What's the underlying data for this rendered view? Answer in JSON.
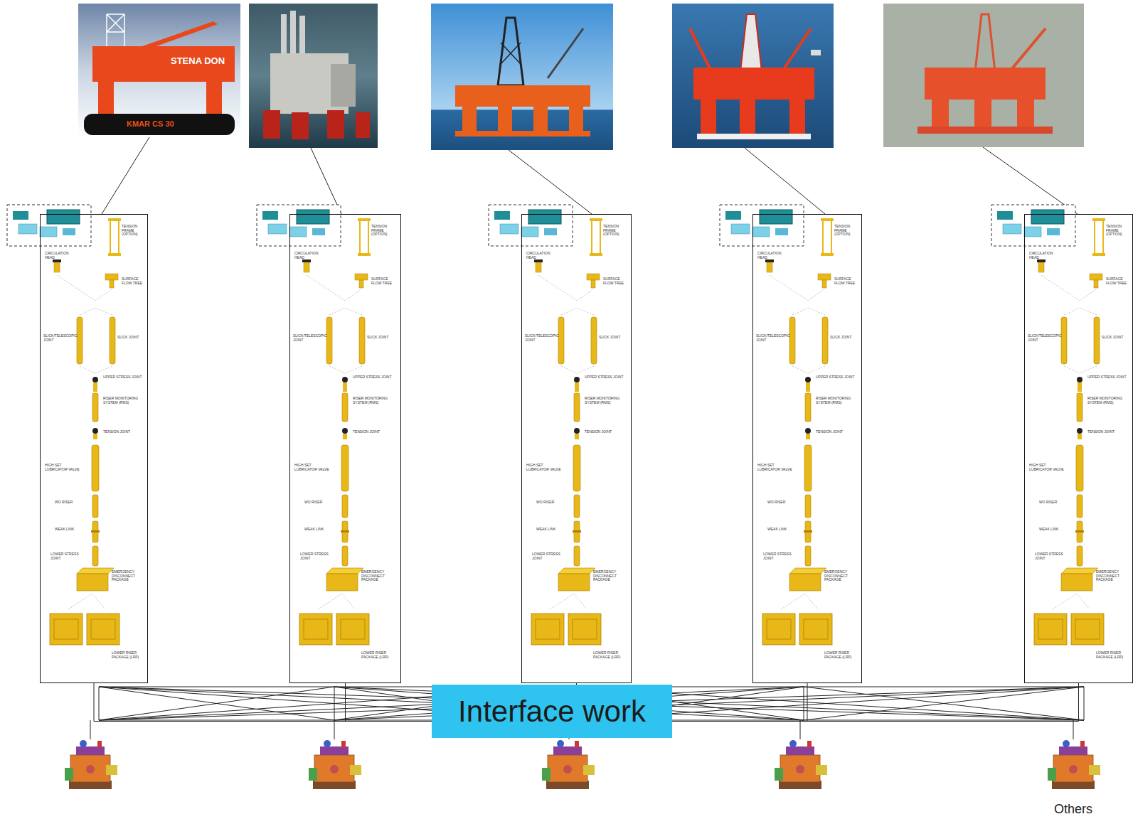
{
  "diagram": {
    "nodes": [
      {
        "text": [
          "TENSION FRAME (OPTION)",
          "CIRCULATION HEAD",
          "SURFACE FLOW TREE",
          "SLICK/TELESCOPIC JOINT",
          "SLICK JOINT",
          "UPPER STRESS JOINT",
          "RISER MONITORING SYSTEM (RMS)",
          "TENSION JOINT",
          "HIGH SET LUBRICATOR VALVE",
          "WO RISER",
          "WEAK LINK",
          "LOWER STRESS JOINT",
          "EMERGENCY DISCONNECT PACKAGE",
          "LOWER RISER PACKAGE (LRP)"
        ]
      },
      {
        "text": [
          "TENSION FRAME (OPTION)",
          "CIRCULATION HEAD",
          "SURFACE FLOW TREE",
          "SLICK/TELESCOPIC JOINT",
          "SLICK JOINT",
          "UPPER STRESS JOINT",
          "RISER MONITORING SYSTEM (RMS)",
          "TENSION JOINT",
          "HIGH SET LUBRICATOR VALVE",
          "WO RISER",
          "WEAK LINK",
          "LOWER STRESS JOINT",
          "EMERGENCY DISCONNECT PACKAGE",
          "LOWER RISER PACKAGE (LRP)"
        ]
      },
      {
        "text": [
          "TENSION FRAME (OPTION)",
          "CIRCULATION HEAD",
          "SURFACE FLOW TREE",
          "SLICK/TELESCOPIC JOINT",
          "SLICK JOINT",
          "UPPER STRESS JOINT",
          "RISER MONITORING SYSTEM (RMS)",
          "TENSION JOINT",
          "HIGH SET LUBRICATOR VALVE",
          "WO RISER",
          "WEAK LINK",
          "LOWER STRESS JOINT",
          "EMERGENCY DISCONNECT PACKAGE",
          "LOWER RISER PACKAGE (LRP)"
        ]
      },
      {
        "text": [
          "TENSION FRAME (OPTION)",
          "CIRCULATION HEAD",
          "SURFACE FLOW TREE",
          "SLICK/TELESCOPIC JOINT",
          "SLICK JOINT",
          "UPPER STRESS JOINT",
          "RISER MONITORING SYSTEM (RMS)",
          "TENSION JOINT",
          "HIGH SET LUBRICATOR VALVE",
          "WO RISER",
          "WEAK LINK",
          "LOWER STRESS JOINT",
          "EMERGENCY DISCONNECT PACKAGE",
          "LOWER RISER PACKAGE (LRP)"
        ]
      },
      {
        "text": [
          "TENSION FRAME (OPTION)",
          "CIRCULATION HEAD",
          "SURFACE FLOW TREE",
          "SLICK/TELESCOPIC JOINT",
          "SLICK JOINT",
          "UPPER STRESS JOINT",
          "RISER MONITORING SYSTEM (RMS)",
          "TENSION JOINT",
          "HIGH SET LUBRICATOR VALVE",
          "WO RISER",
          "WEAK LINK",
          "LOWER STRESS JOINT",
          "EMERGENCY DISCONNECT PACKAGE",
          "LOWER RISER PACKAGE (LRP)"
        ]
      },
      {
        "text": [
          "Interface work"
        ]
      }
    ],
    "edges": [
      {
        "from": 0,
        "to": 5,
        "arrow": "none"
      },
      {
        "from": 1,
        "to": 5,
        "arrow": "none"
      },
      {
        "from": 2,
        "to": 5,
        "arrow": "none"
      },
      {
        "from": 3,
        "to": 5,
        "arrow": "none"
      },
      {
        "from": 4,
        "to": 5,
        "arrow": "none"
      }
    ],
    "labels": [
      "STENA DON",
      "KMAR CS 30",
      "Others"
    ]
  }
}
